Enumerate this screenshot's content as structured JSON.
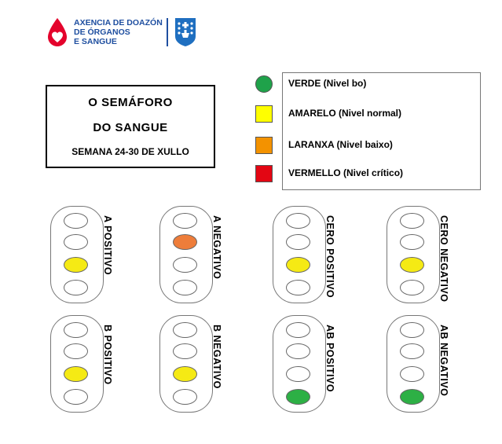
{
  "header": {
    "org_line1": "AXENCIA DE DOAZÓN",
    "org_line2": "DE ÓRGANOS",
    "org_line3": "E SANGUE",
    "logo_icon": "blood-drop-heart-icon",
    "shield_icon": "galicia-shield-icon"
  },
  "title": {
    "line1": "O  SEMÁFORO",
    "line2": "DO  SANGUE",
    "line3": "SEMANA 24-30 DE XULLO"
  },
  "legend": [
    {
      "label": "VERDE  (Nivel bo)",
      "color": "#1fa24a",
      "shape": "circle"
    },
    {
      "label": "AMARELO (Nivel normal)",
      "color": "#ffff00",
      "shape": "square"
    },
    {
      "label": "LARANXA (Nivel baixo)",
      "color": "#f39200",
      "shape": "square"
    },
    {
      "label": "VERMELLO (Nivel crítico)",
      "color": "#e30613",
      "shape": "square"
    }
  ],
  "colors": {
    "yellow": "#f5ea14",
    "orange": "#ee7d3a",
    "green": "#2db045",
    "off": "#ffffff",
    "brand_blue": "#1f4fa0",
    "brand_red": "#e4032c"
  },
  "lights": [
    {
      "label": "A  POSITIVO",
      "active_bulb": 3,
      "level": "amarelo"
    },
    {
      "label": "A  NEGATIVO",
      "active_bulb": 2,
      "level": "laranxa"
    },
    {
      "label": "CERO  POSITIVO",
      "active_bulb": 3,
      "level": "amarelo"
    },
    {
      "label": "CERO  NEGATIVO",
      "active_bulb": 3,
      "level": "amarelo"
    },
    {
      "label": "B  POSITIVO",
      "active_bulb": 3,
      "level": "amarelo"
    },
    {
      "label": "B  NEGATIVO",
      "active_bulb": 3,
      "level": "amarelo"
    },
    {
      "label": "AB  POSITIVO",
      "active_bulb": 4,
      "level": "verde"
    },
    {
      "label": "AB  NEGATIVO",
      "active_bulb": 4,
      "level": "verde"
    }
  ]
}
